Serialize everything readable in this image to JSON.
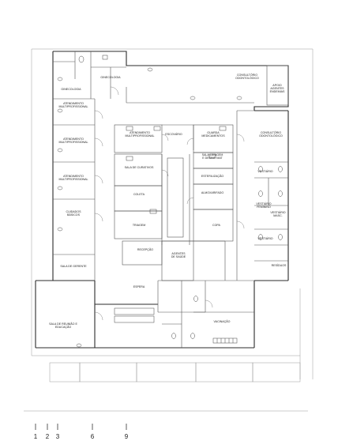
{
  "rooms": {
    "ginecologia_1": "GINECOLOGIA",
    "ginecologia_2": "GINECOLOGIA",
    "consultorio_odonto_1": "CONSULTÓRIO\nODONTOLÓGICO",
    "apoio_agentes": "APOIO\nAGENTES\nENDEMIAS",
    "atendimento_1": "ATENDIMENTO\nMULTIPROFISSIONAL",
    "atendimento_2": "ATENDIMENTO\nMULTIPROFISSIONAL",
    "atendimento_3": "ATENDIMENTO\nMULTIPROFISSIONAL",
    "atendimento_4": "ATENDIMENTO\nMULTIPROFISSIONAL",
    "cuidados_basicos": "CUIDADOS\nBÁSICOS",
    "sala_gerente": "SALA DE GERENTE",
    "sala_reuniao": "SALA DE REUNIÃO E\nEDUCAÇÃO",
    "escovario": "ESCOVÁRIO",
    "guarda_medicamentos": "GUARDA\nMEDICAMENTOS",
    "consultorio_odonto_2": "CONSULTÓRIO\nODONTOLÓGICO",
    "sala_curativos": "SALA DE CURATIVOS",
    "sala_lavagem": "SALA LAVAGEM\nE DESINF. MAT",
    "esterilizacao": "ESTERILIZAÇÃO",
    "vestiario_1": "VESTIÁRIO",
    "coleta": "COLETA",
    "almoxarifado": "ALMOXARIFADO",
    "vestiario_feminino": "VESTIÁRIO\nFEMININO",
    "vestiario_masc": "VESTIÁRIO\nMASC.",
    "triagem": "TRIAGEM",
    "copa": "COPA",
    "vestiario_2": "VESTIÁRIO",
    "recepcao": "RECEPÇÃO",
    "agentes_saude": "AGENTES\nDE SAÚDE",
    "residuos": "RESÍDUOS",
    "espera": "ESPERA",
    "vacinacao": "VACINAÇÃO"
  },
  "scale": {
    "labels": [
      "1",
      "2",
      "3",
      "6",
      "9"
    ]
  }
}
